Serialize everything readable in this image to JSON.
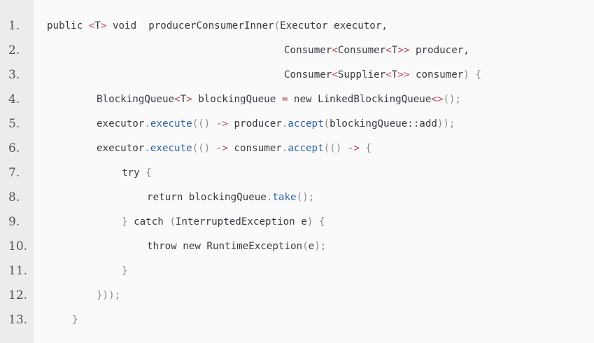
{
  "colors": {
    "background": "#fafafa",
    "gutter": "#ececec",
    "line_number": "#555555",
    "default_text": "#383a42",
    "punctuation": "#8c8c8c",
    "operator_generic": "#b8495b",
    "method": "#2f5fa8"
  },
  "lines": [
    {
      "number": "1.",
      "tokens": [
        {
          "t": "public ",
          "c": "default"
        },
        {
          "t": "<",
          "c": "op"
        },
        {
          "t": "T",
          "c": "default"
        },
        {
          "t": ">",
          "c": "op"
        },
        {
          "t": " void  producerConsumerInner",
          "c": "default"
        },
        {
          "t": "(",
          "c": "punct"
        },
        {
          "t": "Executor executor,",
          "c": "default"
        }
      ]
    },
    {
      "number": "2.",
      "tokens": [
        {
          "t": "Consumer",
          "c": "default"
        },
        {
          "t": "<",
          "c": "op"
        },
        {
          "t": "Consumer",
          "c": "default"
        },
        {
          "t": "<",
          "c": "op"
        },
        {
          "t": "T",
          "c": "default"
        },
        {
          "t": ">>",
          "c": "op"
        },
        {
          "t": " producer,",
          "c": "default"
        }
      ]
    },
    {
      "number": "3.",
      "tokens": [
        {
          "t": "Consumer",
          "c": "default"
        },
        {
          "t": "<",
          "c": "op"
        },
        {
          "t": "Supplier",
          "c": "default"
        },
        {
          "t": "<",
          "c": "op"
        },
        {
          "t": "T",
          "c": "default"
        },
        {
          "t": ">>",
          "c": "op"
        },
        {
          "t": " consumer",
          "c": "default"
        },
        {
          "t": ") {",
          "c": "punct"
        }
      ]
    },
    {
      "number": "4.",
      "tokens": [
        {
          "t": "BlockingQueue",
          "c": "default"
        },
        {
          "t": "<",
          "c": "op"
        },
        {
          "t": "T",
          "c": "default"
        },
        {
          "t": ">",
          "c": "op"
        },
        {
          "t": " blockingQueue ",
          "c": "default"
        },
        {
          "t": "=",
          "c": "op"
        },
        {
          "t": " new LinkedBlockingQueue",
          "c": "default"
        },
        {
          "t": "<>",
          "c": "op"
        },
        {
          "t": "();",
          "c": "punct"
        }
      ]
    },
    {
      "number": "5.",
      "tokens": [
        {
          "t": "executor",
          "c": "default"
        },
        {
          "t": ".",
          "c": "punct"
        },
        {
          "t": "execute",
          "c": "method"
        },
        {
          "t": "(()",
          "c": "punct"
        },
        {
          "t": " -> ",
          "c": "op"
        },
        {
          "t": "producer",
          "c": "default"
        },
        {
          "t": ".",
          "c": "punct"
        },
        {
          "t": "accept",
          "c": "method"
        },
        {
          "t": "(",
          "c": "punct"
        },
        {
          "t": "blockingQueue::add",
          "c": "default"
        },
        {
          "t": "));",
          "c": "punct"
        }
      ]
    },
    {
      "number": "6.",
      "tokens": [
        {
          "t": "executor",
          "c": "default"
        },
        {
          "t": ".",
          "c": "punct"
        },
        {
          "t": "execute",
          "c": "method"
        },
        {
          "t": "(()",
          "c": "punct"
        },
        {
          "t": " -> ",
          "c": "op"
        },
        {
          "t": "consumer",
          "c": "default"
        },
        {
          "t": ".",
          "c": "punct"
        },
        {
          "t": "accept",
          "c": "method"
        },
        {
          "t": "(()",
          "c": "punct"
        },
        {
          "t": " -> ",
          "c": "op"
        },
        {
          "t": "{",
          "c": "punct"
        }
      ]
    },
    {
      "number": "7.",
      "tokens": [
        {
          "t": "try ",
          "c": "default"
        },
        {
          "t": "{",
          "c": "punct"
        }
      ]
    },
    {
      "number": "8.",
      "tokens": [
        {
          "t": "return blockingQueue",
          "c": "default"
        },
        {
          "t": ".",
          "c": "punct"
        },
        {
          "t": "take",
          "c": "method"
        },
        {
          "t": "();",
          "c": "punct"
        }
      ]
    },
    {
      "number": "9.",
      "tokens": [
        {
          "t": "}",
          "c": "punct"
        },
        {
          "t": " catch ",
          "c": "default"
        },
        {
          "t": "(",
          "c": "punct"
        },
        {
          "t": "InterruptedException e",
          "c": "default"
        },
        {
          "t": ") {",
          "c": "punct"
        }
      ]
    },
    {
      "number": "10.",
      "tokens": [
        {
          "t": "throw new RuntimeException",
          "c": "default"
        },
        {
          "t": "(",
          "c": "punct"
        },
        {
          "t": "e",
          "c": "default"
        },
        {
          "t": ");",
          "c": "punct"
        }
      ]
    },
    {
      "number": "11.",
      "tokens": [
        {
          "t": "}",
          "c": "punct"
        }
      ]
    },
    {
      "number": "12.",
      "tokens": [
        {
          "t": "}));",
          "c": "punct"
        }
      ]
    },
    {
      "number": "13.",
      "tokens": [
        {
          "t": "}",
          "c": "punct"
        }
      ]
    }
  ]
}
